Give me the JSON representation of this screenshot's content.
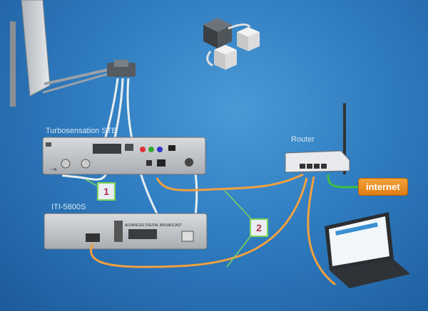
{
  "labels": {
    "receiver1": "Turbosensation STB",
    "receiver2": "ITI-5800S",
    "router": "Router",
    "badge1": "1",
    "badge2": "2",
    "internet": "internet",
    "receiver2_panel": "ADVANCED DIGITAL BROADCAST"
  },
  "colors": {
    "background": "#2f7cc0",
    "coax_cable": "#e8eef0",
    "ethernet_cable": "#f0a040",
    "internet_cable": "#3fbf3f",
    "internet_badge": "#f08a20",
    "callout_line": "#7ed35a"
  }
}
